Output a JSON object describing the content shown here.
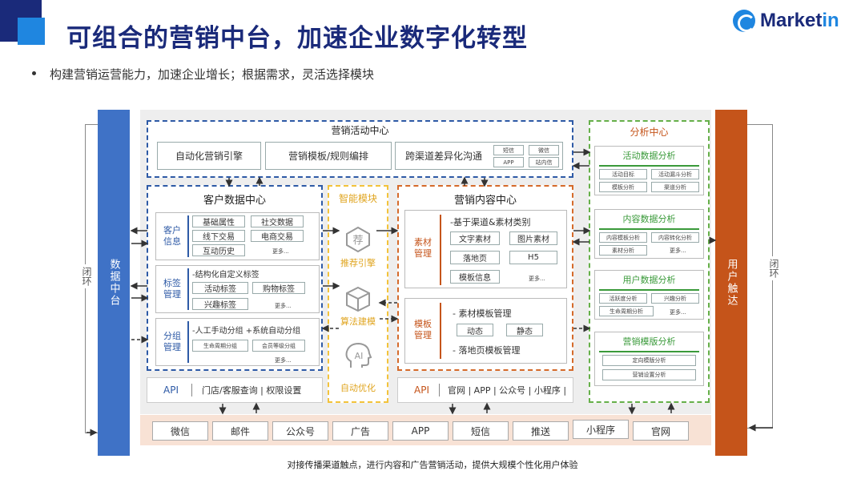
{
  "header": {
    "title": "可组合的营销中台，加速企业数字化转型",
    "logo_prefix": "Market",
    "logo_suffix": "in",
    "bullet": "构建营销运营能力，加速企业增长；根据需求，灵活选择模块"
  },
  "left_bar": "数据中台",
  "right_bar": "用户触达",
  "loop": "闭环",
  "activity": {
    "title": "营销活动中心",
    "items": [
      "自动化营销引擎",
      "营销模板/规则编排",
      "跨渠道差异化沟通"
    ],
    "channels": [
      "短信",
      "微信",
      "APP",
      "站内信"
    ]
  },
  "customer": {
    "title": "客户数据中心",
    "info": {
      "label": "客户信息",
      "items": [
        "基础属性",
        "社交数据",
        "线下交易",
        "电商交易",
        "互动历史"
      ],
      "more": "更多..."
    },
    "tags": {
      "label": "标签管理",
      "header": "-结构化自定义标签",
      "items": [
        "活动标签",
        "购物标签",
        "兴趣标签"
      ],
      "more": "更多..."
    },
    "group": {
      "label": "分组管理",
      "header": "-人工手动分组 +系统自动分组",
      "items": [
        "生命周期分组",
        "会员等级分组"
      ],
      "more": "更多..."
    }
  },
  "smart": {
    "title": "智能模块",
    "recommend": "推荐引擎",
    "recommend_glyph": "荐",
    "algo": "算法建模",
    "auto": "自动优化",
    "ai_glyph": "AI"
  },
  "content": {
    "title": "营销内容中心",
    "material": {
      "label": "素材管理",
      "header": "-基于渠道&素材类别",
      "items": [
        "文字素材",
        "图片素材",
        "落地页",
        "H5",
        "模板信息"
      ],
      "more": "更多..."
    },
    "template": {
      "label": "模板管理",
      "header": "- 素材模板管理",
      "items": [
        "动态",
        "静态"
      ],
      "footer": "- 落地页模板管理"
    }
  },
  "api_left": {
    "label": "API",
    "text": "门店/客服查询 | 权限设置"
  },
  "api_right": {
    "label": "API",
    "text": "官网 | APP | 公众号 | 小程序 |"
  },
  "analysis": {
    "title": "分析中心",
    "groups": [
      {
        "title": "活动数据分析",
        "items": [
          "活动目标",
          "活动漏斗分析",
          "模板分析",
          "渠道分析"
        ]
      },
      {
        "title": "内容数据分析",
        "items": [
          "内容模板分析",
          "内容转化分析",
          "素材分析",
          "更多..."
        ]
      },
      {
        "title": "用户数据分析",
        "items": [
          "活跃度分析",
          "兴趣分析",
          "生命周期分析",
          "更多..."
        ]
      },
      {
        "title": "营销模版分析",
        "items": [
          "定向模版分析",
          "营销设置分析"
        ]
      }
    ]
  },
  "channels": [
    "微信",
    "邮件",
    "公众号",
    "广告",
    "APP",
    "短信",
    "推送",
    "小程序",
    "官网"
  ],
  "caption": "对接传播渠道触点，进行内容和广告营销活动，提供大规模个性化用户体验",
  "colors": {
    "navy": "#1a2a7a",
    "blue": "#3f72c6",
    "orange": "#c5541a",
    "green": "#66b04a",
    "yellow": "#f3c33b"
  }
}
